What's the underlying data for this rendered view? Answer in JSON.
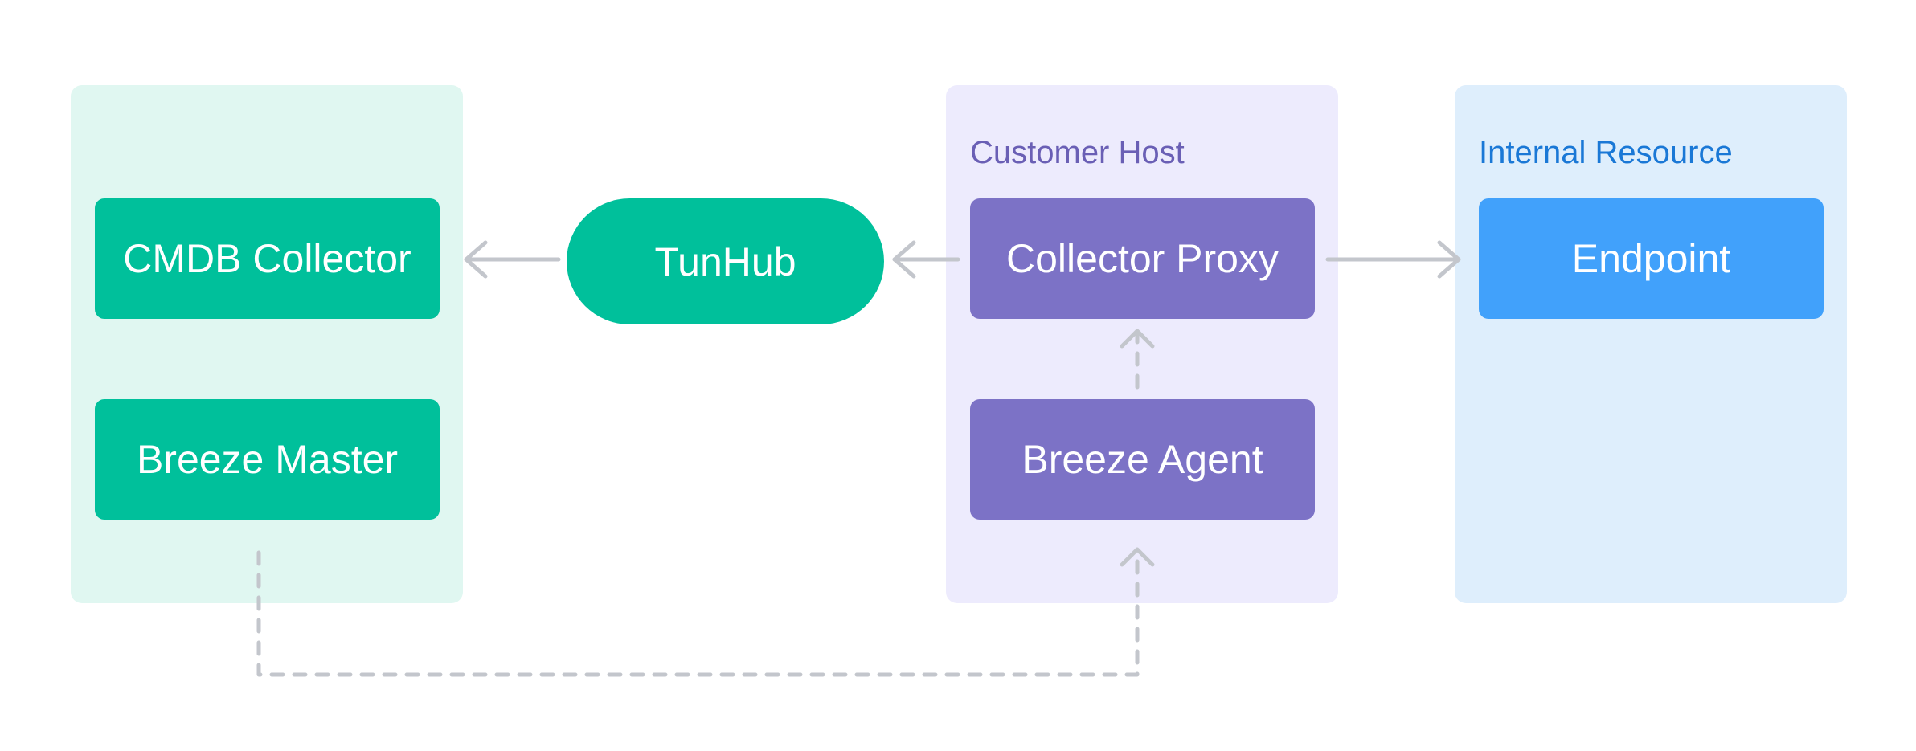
{
  "colors": {
    "green_panel": "#e0f7f1",
    "green_node": "#00c09b",
    "purple_panel": "#edebfd",
    "purple_node": "#7c72c6",
    "purple_title": "#6a5fb5",
    "blue_panel": "#deeefc",
    "blue_node": "#41a1fb",
    "blue_title": "#1a78d6",
    "connector": "#c3c6cc"
  },
  "panels": {
    "customer_host": {
      "title": "Customer Host"
    },
    "internal_resource": {
      "title": "Internal Resource"
    }
  },
  "nodes": {
    "cmdb_collector": "CMDB Collector",
    "breeze_master": "Breeze Master",
    "tunhub": "TunHub",
    "collector_proxy": "Collector Proxy",
    "breeze_agent": "Breeze Agent",
    "endpoint": "Endpoint"
  },
  "connectors": [
    {
      "from": "tunhub",
      "to": "cmdb_collector",
      "style": "solid"
    },
    {
      "from": "collector_proxy",
      "to": "tunhub",
      "style": "solid"
    },
    {
      "from": "collector_proxy",
      "to": "endpoint",
      "style": "solid"
    },
    {
      "from": "breeze_agent",
      "to": "collector_proxy",
      "style": "dashed"
    },
    {
      "from": "breeze_master",
      "to": "breeze_agent",
      "style": "dashed"
    }
  ]
}
